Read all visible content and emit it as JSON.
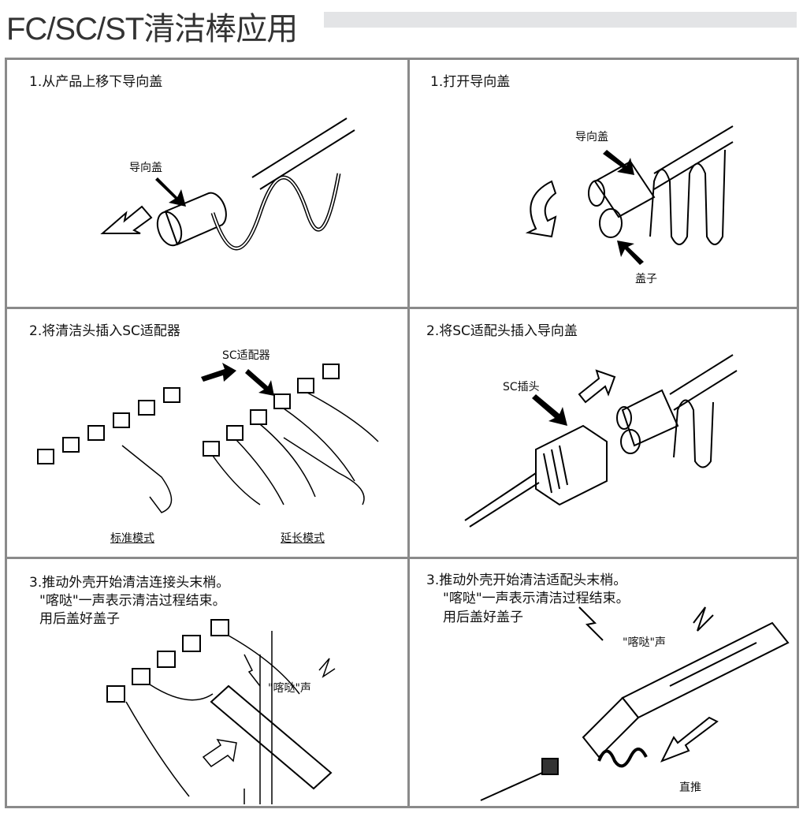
{
  "header": {
    "title": "FC/SC/ST清洁棒应用"
  },
  "panels": {
    "p1_left": {
      "step": "1.从产品上移下导向盖",
      "label_cap": "导向盖"
    },
    "p1_right": {
      "step": "1.打开导向盖",
      "label_cap": "导向盖",
      "label_lid": "盖子"
    },
    "p2_left": {
      "step": "2.将清洁头插入SC适配器",
      "label_adapter": "SC适配器",
      "label_standard": "标准模式",
      "label_extended": "延长模式"
    },
    "p2_right": {
      "step": "2.将SC适配头插入导向盖",
      "label_plug": "SC插头"
    },
    "p3_left": {
      "line1": "3.推动外壳开始清洁连接头末梢。",
      "line2": "\"喀哒\"一声表示清洁过程结束。",
      "line3": "用后盖好盖子",
      "label_click": "\"喀哒\"声"
    },
    "p3_right": {
      "line1": "3.推动外壳开始清洁适配头末梢。",
      "line2": "\"喀哒\"一声表示清洁过程结束。",
      "line3": "用后盖好盖子",
      "label_click": "\"喀哒\"声",
      "label_push": "直推"
    }
  }
}
